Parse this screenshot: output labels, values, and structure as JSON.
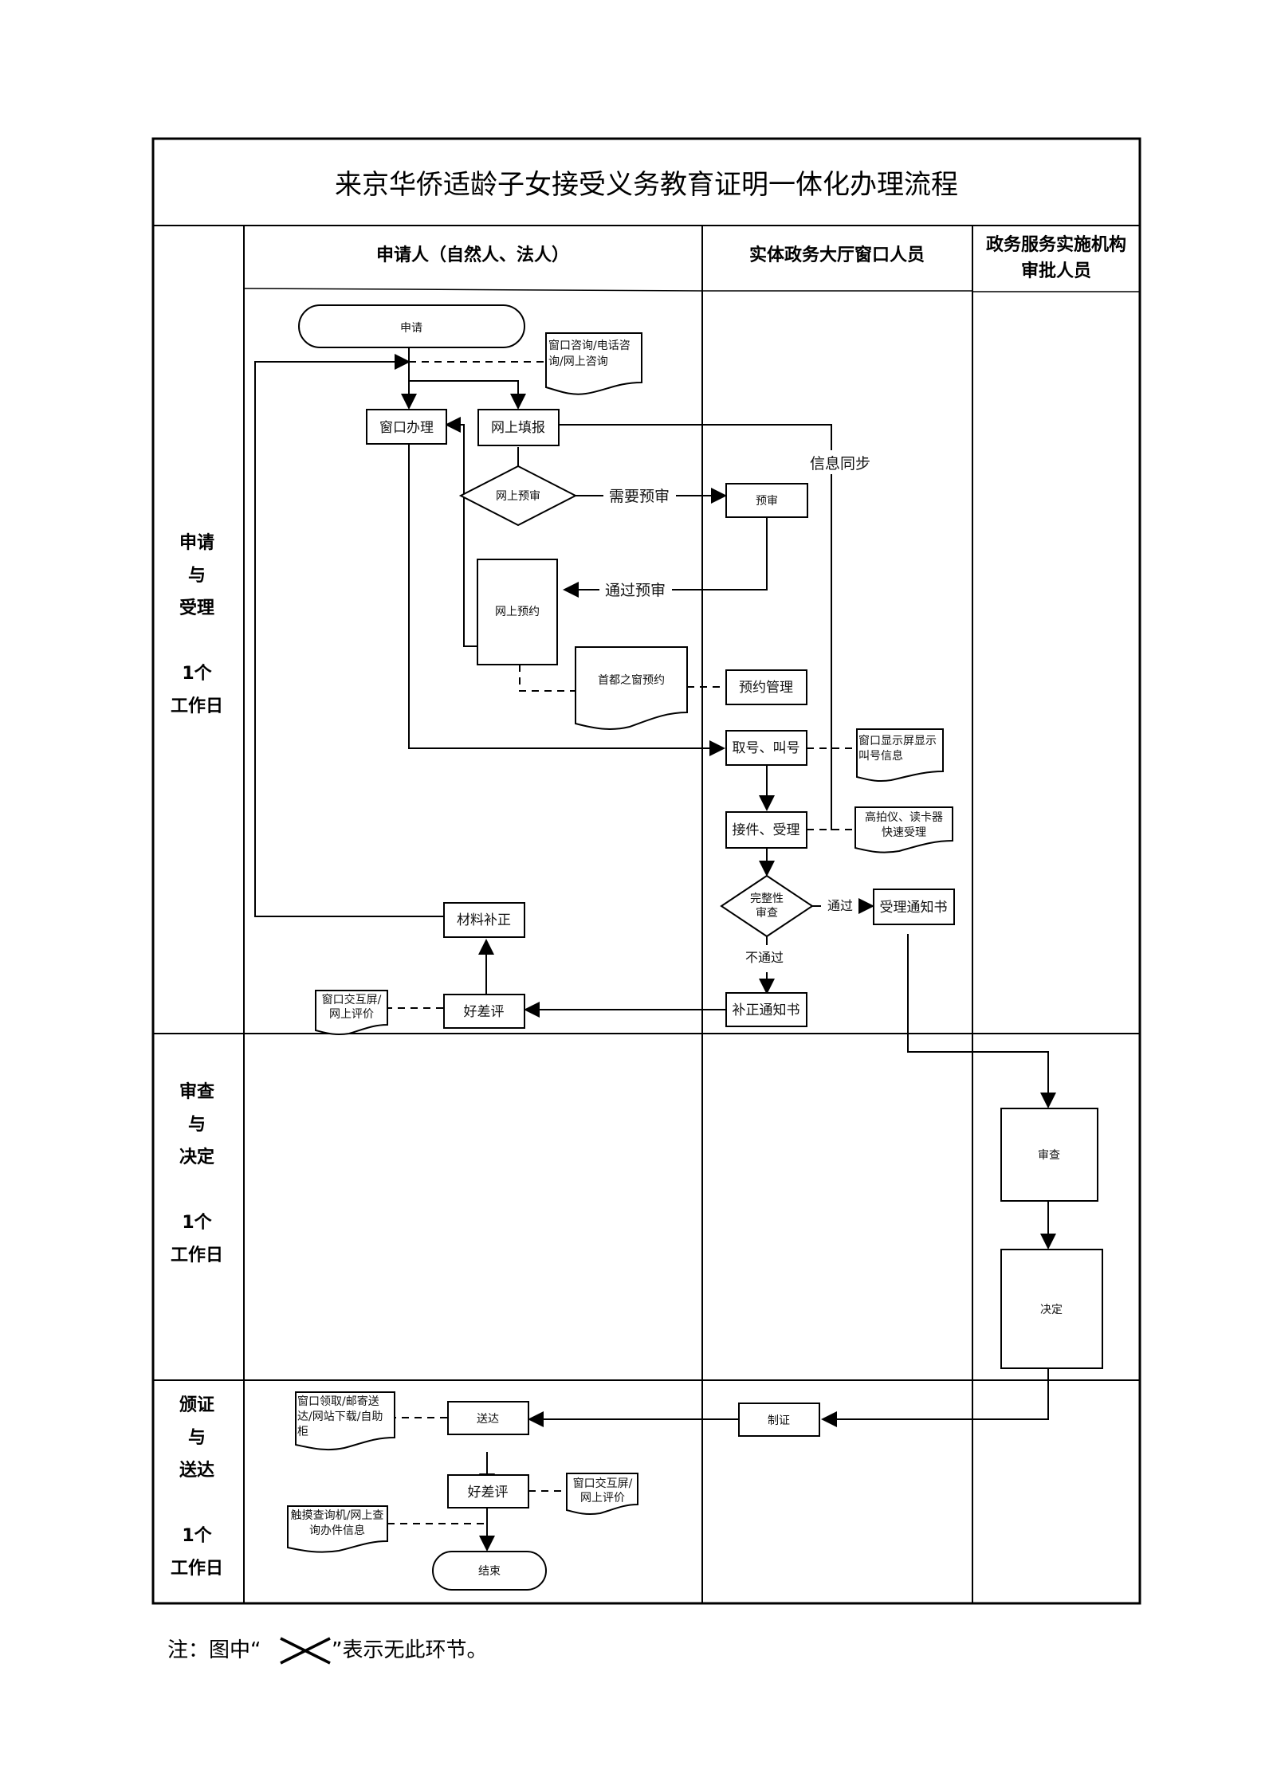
{
  "title": "来京华侨适龄子女接受义务教育证明一体化办理流程",
  "lanes": [
    {
      "label": "申请人（自然人、法人）"
    },
    {
      "label": "实体政务大厅窗口人员"
    },
    {
      "label_line1": "政务服务实施机构",
      "label_line2": "审批人员"
    }
  ],
  "stages": [
    {
      "name_lines": [
        "申请",
        "与",
        "受理"
      ],
      "duration_lines": [
        "1个",
        "工作日"
      ]
    },
    {
      "name_lines": [
        "审查",
        "与",
        "决定"
      ],
      "duration_lines": [
        "1个",
        "工作日"
      ]
    },
    {
      "name_lines": [
        "颁证",
        "与",
        "送达"
      ],
      "duration_lines": [
        "1个",
        "工作日"
      ]
    }
  ],
  "nodes": {
    "apply": "申请",
    "consult_doc": [
      "窗口咨询/电话咨",
      "询/网上咨询"
    ],
    "window_handle": "窗口办理",
    "online_fill": "网上填报",
    "online_precheck": "网上预审",
    "precheck": "预审",
    "online_booking": "网上预约",
    "capital_window_doc": "首都之窗预约",
    "booking_mgmt": "预约管理",
    "take_number": "取号、叫号",
    "display_doc": [
      "窗口显示屏显示",
      "叫号信息"
    ],
    "receive_accept": "接件、受理",
    "scanner_doc": [
      "高拍仪、读卡器",
      "快速受理"
    ],
    "completeness_check": [
      "完整性",
      "审查"
    ],
    "accept_notice": "受理通知书",
    "material_correction": "材料补正",
    "correction_notice": "补正通知书",
    "rating1": "好差评",
    "rating1_doc": [
      "窗口交互屏/",
      "网上评价"
    ],
    "review": "审查",
    "decision": "决定",
    "make_cert": "制证",
    "deliver": "送达",
    "deliver_doc": [
      "窗口领取/邮寄送",
      "达/网站下载/自助",
      "柜"
    ],
    "rating2": "好差评",
    "rating2_doc": [
      "窗口交互屏/",
      "网上评价"
    ],
    "query_doc": [
      "触摸查询机/网上查",
      "询办件信息"
    ],
    "end": "结束"
  },
  "edge_labels": {
    "need_precheck": "需要预审",
    "pass_precheck": "通过预审",
    "info_sync": "信息同步",
    "pass": "通过",
    "fail": "不通过"
  },
  "footnote": {
    "prefix": "注：图中“",
    "suffix": "”表示无此环节。",
    "symbol": "x-mark-icon"
  }
}
